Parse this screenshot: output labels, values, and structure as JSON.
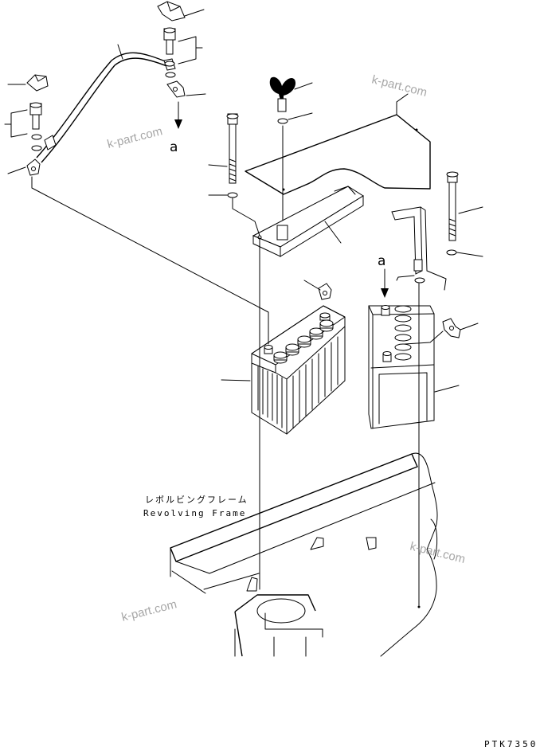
{
  "labels": {
    "view_a_left": "a",
    "view_a_right": "a",
    "frame_jp": "レボルビングフレーム",
    "frame_en": "Revolving Frame",
    "drawing_code": "PTK7350"
  },
  "watermarks": [
    "k-part.com",
    "k-part.com",
    "k-part.com",
    "k-part.com"
  ]
}
